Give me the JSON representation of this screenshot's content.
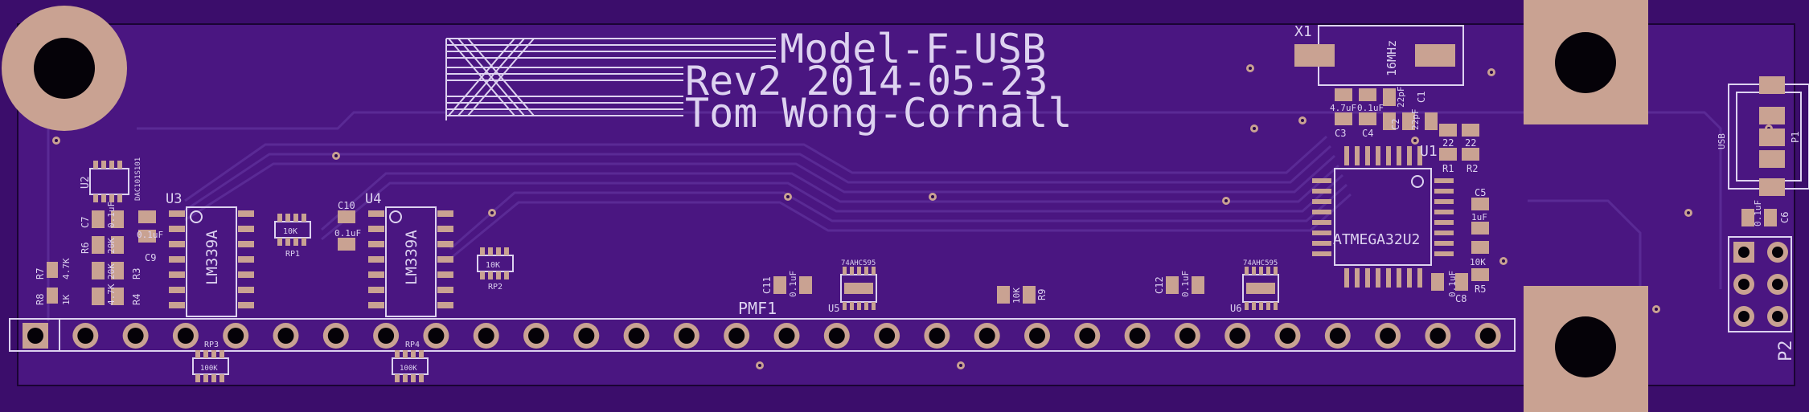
{
  "title": {
    "line1": "Model-F-USB",
    "line2": "Rev2 2014-05-23",
    "line3": "Tom Wong-Cornall"
  },
  "connectors": {
    "main": "PMF1",
    "usb_label": "USB",
    "usb_ref": "P1",
    "header": "P2"
  },
  "crystal": {
    "ref": "X1",
    "value": "16MHz"
  },
  "mcu": {
    "ref": "U1",
    "value": "ATMEGA32U2"
  },
  "comparators": [
    {
      "ref": "U3",
      "value": "LM339A"
    },
    {
      "ref": "U4",
      "value": "LM339A"
    }
  ],
  "shift_regs": [
    {
      "ref": "U5",
      "value": "74AHC595"
    },
    {
      "ref": "U6",
      "value": "74AHC595"
    }
  ],
  "u2": {
    "ref": "U2",
    "value": "DAC101S101"
  },
  "resistor_packs": [
    {
      "ref": "RP1",
      "value": "10K"
    },
    {
      "ref": "RP2",
      "value": "10K"
    },
    {
      "ref": "RP3",
      "value": "100K"
    },
    {
      "ref": "RP4",
      "value": "100K"
    }
  ],
  "parts": {
    "c1": "C1",
    "c1v": "22pF",
    "c2": "C2",
    "c2v": "22pF",
    "c3": "C3",
    "c3v": "4.7uF",
    "c4": "C4",
    "c4v": "0.1uF",
    "c5": "C5",
    "c5v": "1uF",
    "c6": "C6",
    "c6v": "0.1uF",
    "c7": "C7",
    "c7v": "0.1uF",
    "c8": "C8",
    "c8v": "0.1uF",
    "c9": "C9",
    "c9v": "0.1uF",
    "c10": "C10",
    "c10v": "0.1uF",
    "c11": "C11",
    "c11v": "0.1uF",
    "c12": "C12",
    "c12v": "0.1uF",
    "r1": "R1",
    "r1v": "22",
    "r2": "R2",
    "r2v": "22",
    "r3": "R3",
    "r3v": "20K",
    "r4": "R4",
    "r4v": "4.7K",
    "r5": "R5",
    "r5v": "10K",
    "r6": "R6",
    "r6v": "20K",
    "r7": "R7",
    "r7v": "4.7K",
    "r8": "R8",
    "r8v": "1K",
    "r9": "R9",
    "r9v": "10K"
  }
}
